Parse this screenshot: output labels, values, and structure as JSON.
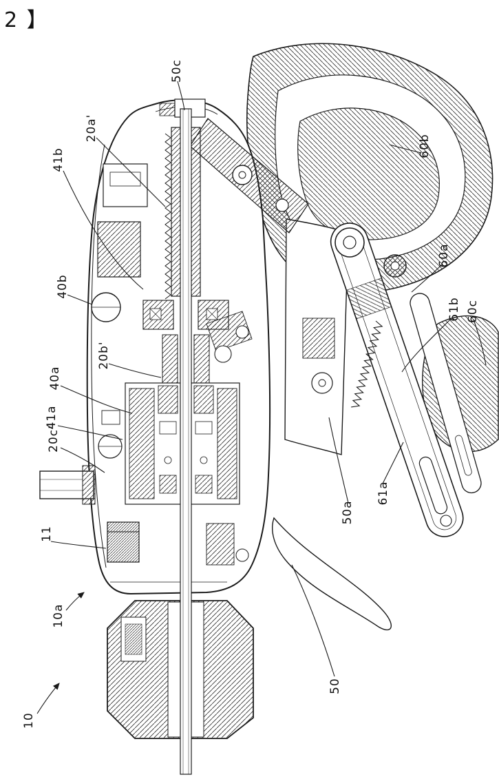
{
  "figure": {
    "caption": "2 】",
    "kind": "patent sectional drawing of reel mechanism"
  },
  "colors": {
    "ink": "#1a1a1a",
    "background": "#ffffff"
  },
  "labels": [
    {
      "text": "50c"
    },
    {
      "text": "20a'"
    },
    {
      "text": "41b"
    },
    {
      "text": "40b"
    },
    {
      "text": "20b'"
    },
    {
      "text": "40a"
    },
    {
      "text": "41a"
    },
    {
      "text": "20c'"
    },
    {
      "text": "11"
    },
    {
      "text": "10a"
    },
    {
      "text": "10"
    },
    {
      "text": "50"
    },
    {
      "text": "50a"
    },
    {
      "text": "61a"
    },
    {
      "text": "60c"
    },
    {
      "text": "61b"
    },
    {
      "text": "60a"
    },
    {
      "text": "60b"
    }
  ]
}
